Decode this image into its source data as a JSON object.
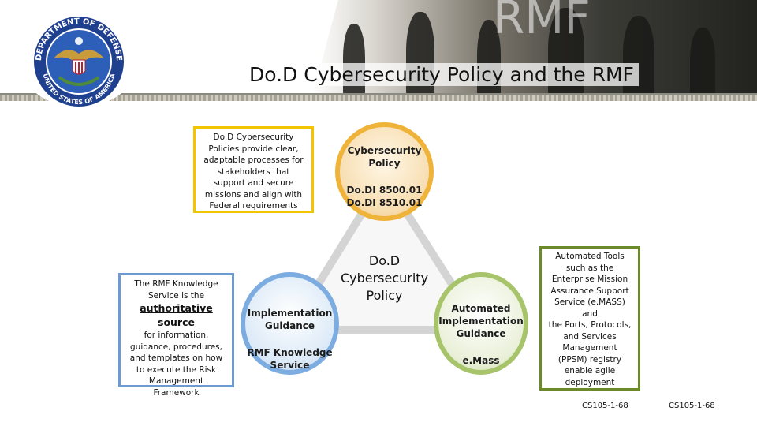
{
  "header": {
    "watermark": "RMF",
    "title": "Do.D Cybersecurity Policy and the RMF",
    "seal_text_top": "DEPARTMENT OF DEFENSE",
    "seal_text_bottom": "UNITED STATES OF AMERICA"
  },
  "diagram": {
    "center_label": [
      "Do.D",
      "Cybersecurity",
      "Policy"
    ],
    "policy_circle": {
      "lines_a": [
        "Cybersecurity",
        "Policy"
      ],
      "lines_b": [
        "Do.DI 8500.01",
        "Do.DI 8510.01"
      ]
    },
    "impl_circle": {
      "lines_a": [
        "Implementation",
        "Guidance"
      ],
      "lines_b": [
        "RMF Knowledge",
        "Service"
      ]
    },
    "auto_circle": {
      "lines_a": [
        "Automated",
        "Implementation",
        "Guidance"
      ],
      "lines_b": [
        "e.Mass"
      ]
    },
    "box_policy": [
      "Do.D Cybersecurity",
      "Policies provide clear,",
      "adaptable processes for",
      "stakeholders that",
      "support and secure",
      "missions and align with",
      "Federal requirements"
    ],
    "box_knowledge": {
      "before": [
        "The RMF Knowledge",
        "Service is the"
      ],
      "emphasis": "authoritative source",
      "after": [
        "for information,",
        "guidance, procedures,",
        "and templates on how",
        "to execute the Risk",
        "Management",
        "Framework"
      ]
    },
    "box_tools": [
      "Automated Tools",
      "such as the",
      "Enterprise Mission",
      "Assurance Support",
      "Service (e.MASS) and",
      "the Ports, Protocols,",
      "and Services",
      "Management",
      "(PPSM) registry",
      "enable agile",
      "deployment"
    ]
  },
  "footer": {
    "code_left": "CS105-1-68",
    "code_right": "CS105-1-68"
  },
  "colors": {
    "yellow": "#f2c500",
    "blue": "#6d9ad0",
    "green": "#6b8b2a"
  }
}
